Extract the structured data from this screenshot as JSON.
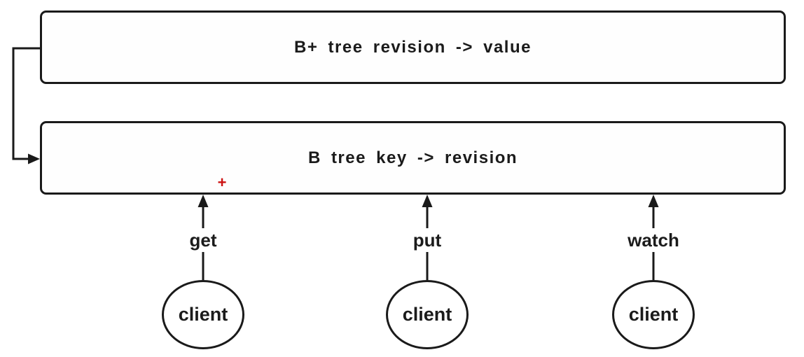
{
  "colors": {
    "stroke": "#1a1a1a",
    "background": "#ffffff",
    "marker_red": "#cc1111"
  },
  "boxes": {
    "top": {
      "label": "B+ tree revision -> value"
    },
    "middle": {
      "label": "B tree key -> revision"
    }
  },
  "edges": {
    "left_connector": "top-box to middle-box",
    "client_arrows": [
      "get",
      "put",
      "watch"
    ]
  },
  "clients": [
    {
      "label": "client",
      "operation": "get"
    },
    {
      "label": "client",
      "operation": "put"
    },
    {
      "label": "client",
      "operation": "watch"
    }
  ],
  "cursor_marker": "+"
}
